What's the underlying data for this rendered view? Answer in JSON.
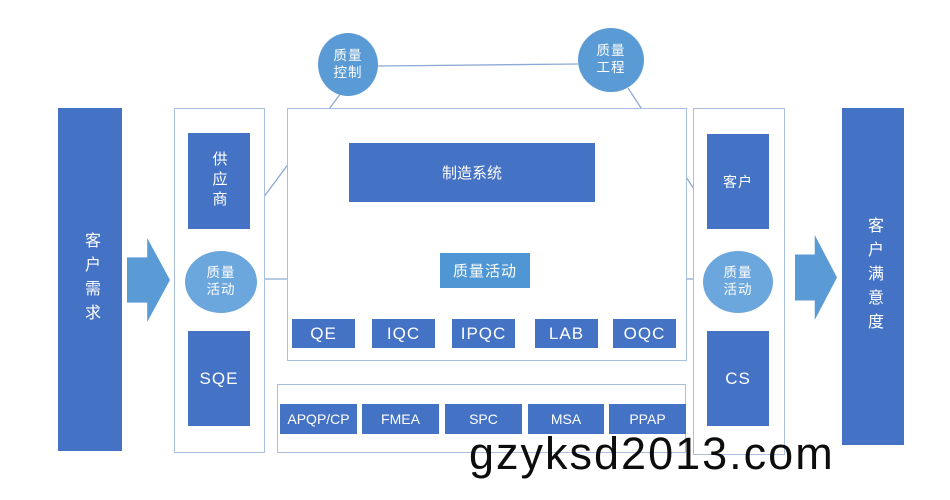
{
  "flow": {
    "input_bar": "客户需求",
    "output_bar": "客户满意度"
  },
  "circles": {
    "quality_control": {
      "line1": "质量",
      "line2": "控制"
    },
    "quality_engineering": {
      "line1": "质量",
      "line2": "工程"
    },
    "left_quality_activity": {
      "line1": "质量",
      "line2": "活动"
    },
    "right_quality_activity": {
      "line1": "质量",
      "line2": "活动"
    }
  },
  "supplier_panel": {
    "supplier": "供应商",
    "sqe": "SQE"
  },
  "customer_panel": {
    "customer": "客户",
    "cs": "CS"
  },
  "manufacturing": {
    "system_box": "制造系统",
    "activity_box": "质量活动",
    "departments": [
      "QE",
      "IQC",
      "IPQC",
      "LAB",
      "OQC"
    ]
  },
  "tools": [
    "APQP/CP",
    "FMEA",
    "SPC",
    "MSA",
    "PPAP"
  ],
  "watermark": {
    "text": "gzyksd2013.com"
  },
  "colors": {
    "primary_box": "#4472C4",
    "top_circle": "#5B9BD5",
    "side_circle": "#6BA6DD",
    "activity_box": "#4F96D5",
    "arrow": "#5B9BD5",
    "container_border": "#A9BFE0",
    "connector_line": "#8EA9D4",
    "watermark_text": "#0d0d0d"
  }
}
